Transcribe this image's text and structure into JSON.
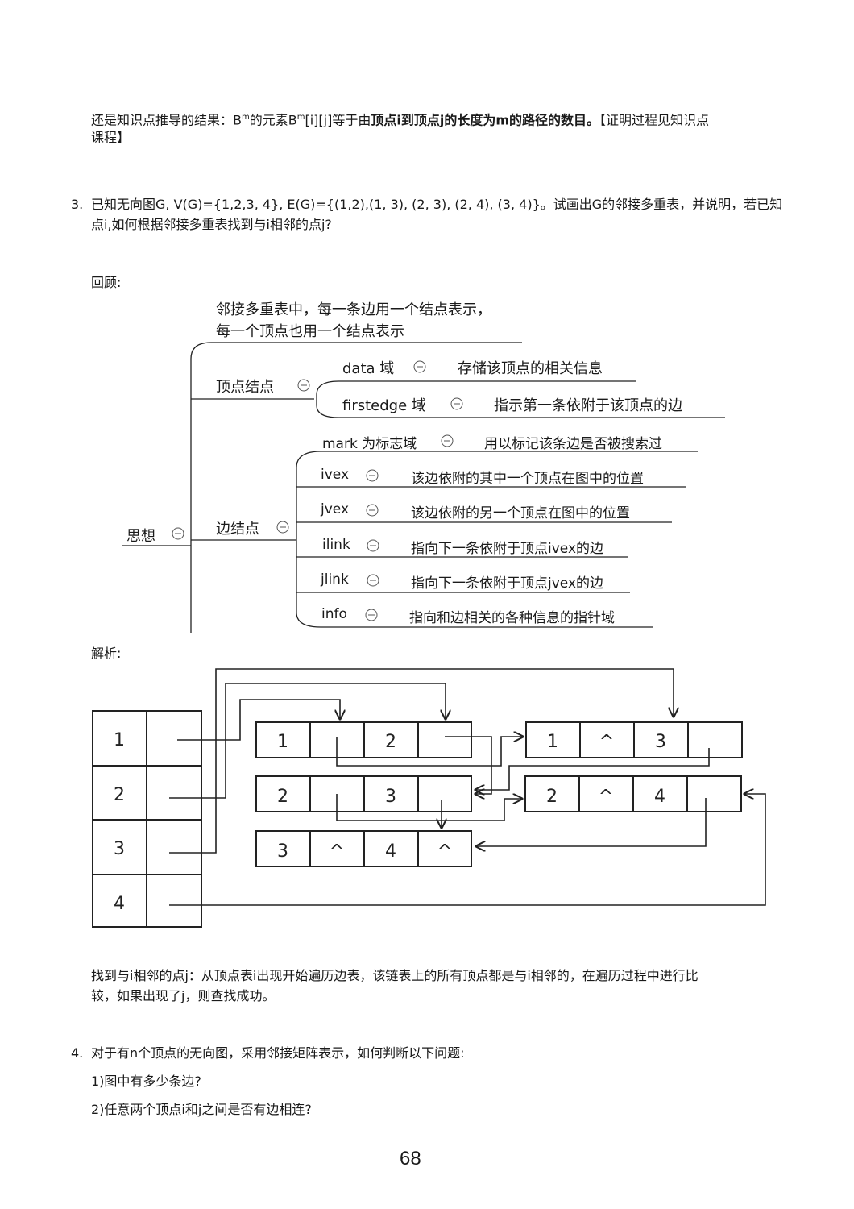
{
  "prev": {
    "text_a": "还是知识点推导的结果：B",
    "sup_1": "m",
    "text_b": "的元素B",
    "sup_2": "m",
    "text_c": "[i][j]等于由",
    "bold": "顶点i到顶点j的长度为m的路径的数目。",
    "text_d": "【证明过程见知识点",
    "line2": "课程】"
  },
  "q3": {
    "number": "3.",
    "line1": "已知无向图G, V(G)={1,2,3, 4}, E(G)={(1,2),(1, 3), (2, 3), (2, 4), (3, 4)}。试画出G的邻接多重表，并说明，若已知",
    "line2": "点i,如何根据邻接多重表找到与i相邻的点j?"
  },
  "review_label": "回顾:",
  "mindmap": {
    "intro_1": "邻接多重表中，每一条边用一个结点表示，",
    "intro_2": "每一个顶点也用一个结点表示",
    "root": "思想",
    "vertex_node": "顶点结点",
    "v_data": "data 域",
    "v_data_desc": "存储该顶点的相关信息",
    "v_first": "firstedge 域",
    "v_first_desc": "指示第一条依附于该顶点的边",
    "edge_node": "边结点",
    "e_mark": "mark 为标志域",
    "e_mark_desc": "用以标记该条边是否被搜索过",
    "e_ivex": "ivex",
    "e_ivex_desc": "该边依附的其中一个顶点在图中的位置",
    "e_jvex": "jvex",
    "e_jvex_desc": "该边依附的另一个顶点在图中的位置",
    "e_ilink": "ilink",
    "e_ilink_desc": "指向下一条依附于顶点ivex的边",
    "e_jlink": "jlink",
    "e_jlink_desc": "指向下一条依附于顶点jvex的边",
    "e_info": "info",
    "e_info_desc": "指向和边相关的各种信息的指针域"
  },
  "analysis_label": "解析:",
  "diagram": {
    "vertices": [
      "1",
      "2",
      "3",
      "4"
    ],
    "edges": [
      [
        "1",
        "",
        "2",
        ""
      ],
      [
        "2",
        "",
        "3",
        ""
      ],
      [
        "3",
        "^",
        "4",
        "^"
      ],
      [
        "1",
        "^",
        "3",
        ""
      ],
      [
        "2",
        "^",
        "4",
        ""
      ]
    ]
  },
  "find": {
    "line1": "找到与i相邻的点j：从顶点表i出现开始遍历边表，该链表上的所有顶点都是与i相邻的，在遍历过程中进行比",
    "line2": "较，如果出现了j，则查找成功。"
  },
  "q4": {
    "number": "4.",
    "line1": "对于有n个顶点的无向图，采用邻接矩阵表示，如何判断以下问题:",
    "sub1": "1)图中有多少条边?",
    "sub2": "2)任意两个顶点i和j之间是否有边相连?"
  },
  "page_number": "68"
}
